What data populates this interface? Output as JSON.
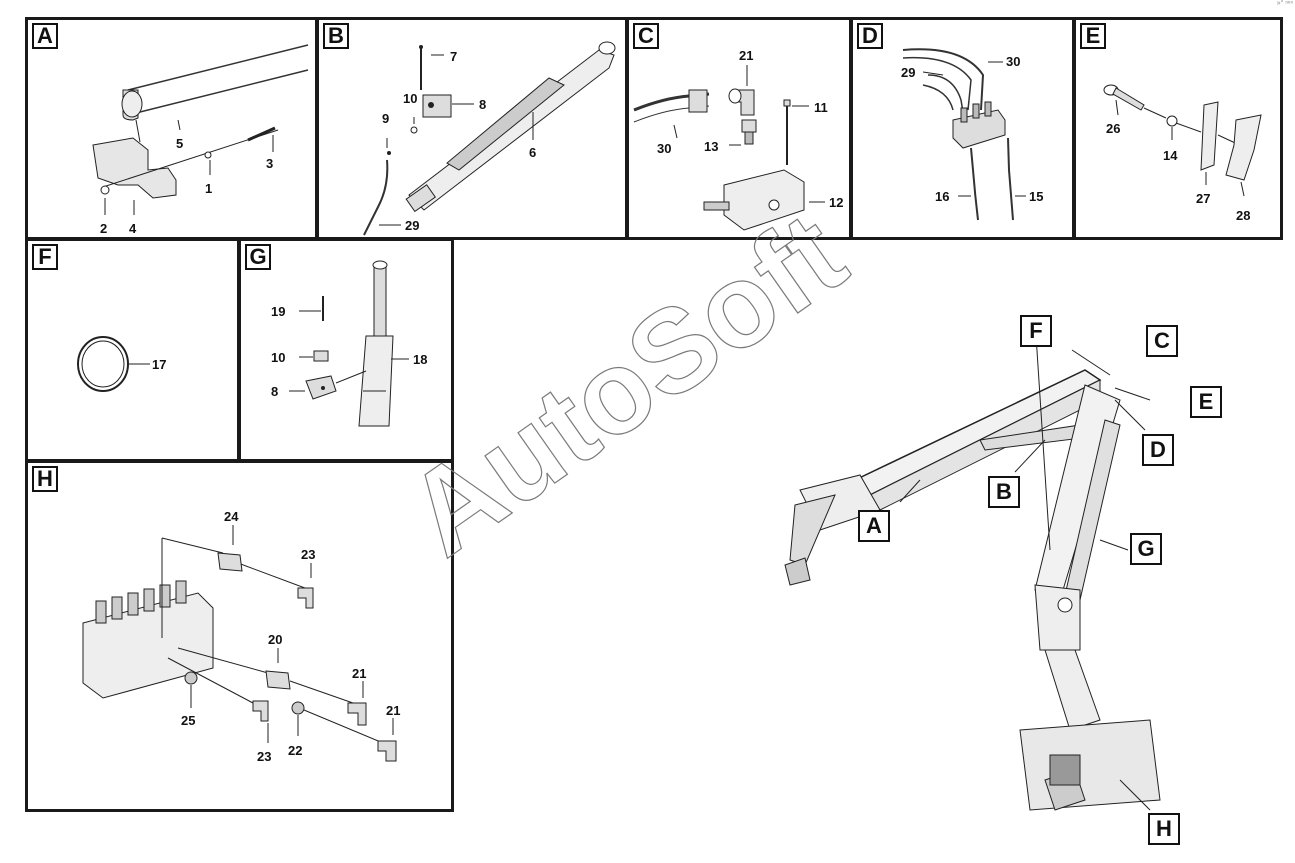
{
  "panels": {
    "A": {
      "letter": "A",
      "labels": [
        "5",
        "3",
        "1",
        "2",
        "4"
      ]
    },
    "B": {
      "letter": "B",
      "labels": [
        "7",
        "10",
        "8",
        "9",
        "6",
        "29"
      ]
    },
    "C": {
      "letter": "C",
      "labels": [
        "21",
        "11",
        "30",
        "13",
        "12"
      ]
    },
    "D": {
      "letter": "D",
      "labels": [
        "30",
        "29",
        "16",
        "15"
      ]
    },
    "E": {
      "letter": "E",
      "labels": [
        "26",
        "14",
        "27",
        "28"
      ]
    },
    "F": {
      "letter": "F",
      "labels": [
        "17"
      ]
    },
    "G": {
      "letter": "G",
      "labels": [
        "19",
        "10",
        "18",
        "8"
      ]
    },
    "H": {
      "letter": "H",
      "labels": [
        "24",
        "23",
        "20",
        "21",
        "21",
        "25",
        "23",
        "22"
      ]
    }
  },
  "overview_callouts": [
    "F",
    "C",
    "E",
    "D",
    "B",
    "A",
    "G",
    "H"
  ],
  "watermark": "AutoSoft",
  "corner_mark": "»° ⁿⁿⁿ"
}
